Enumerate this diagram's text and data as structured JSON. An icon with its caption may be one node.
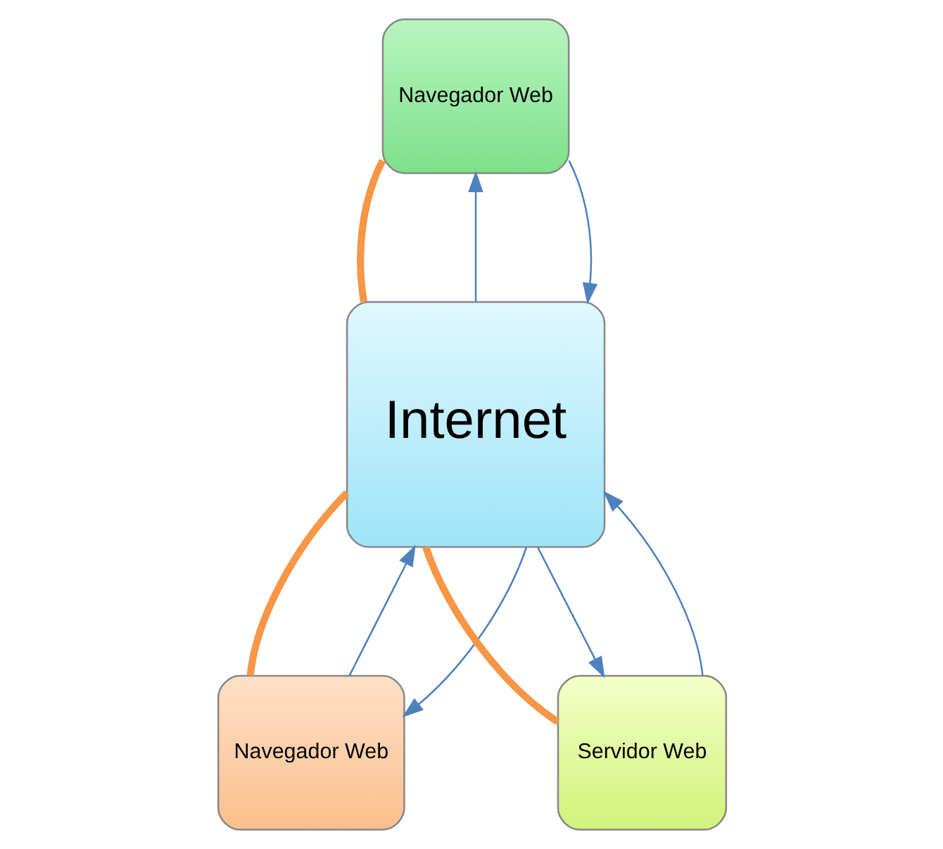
{
  "diagram": {
    "nodes": [
      {
        "text": [
          "Navegador Web"
        ]
      },
      {
        "text": [
          "Internet"
        ]
      },
      {
        "text": [
          "Navegador Web"
        ]
      },
      {
        "text": [
          "Servidor Web"
        ]
      }
    ],
    "edges": [
      {
        "from": 0,
        "to": 1,
        "arrow": "none",
        "style": "thick",
        "color": "#f79646"
      },
      {
        "from": 1,
        "to": 2,
        "arrow": "none",
        "style": "thick",
        "color": "#f79646"
      },
      {
        "from": 1,
        "to": 3,
        "arrow": "none",
        "style": "thick",
        "color": "#f79646"
      },
      {
        "from": 1,
        "to": 0,
        "arrow": "to"
      },
      {
        "from": 0,
        "to": 1,
        "arrow": "to"
      },
      {
        "from": 2,
        "to": 1,
        "arrow": "to"
      },
      {
        "from": 1,
        "to": 2,
        "arrow": "to"
      },
      {
        "from": 1,
        "to": 3,
        "arrow": "to"
      },
      {
        "from": 3,
        "to": 1,
        "arrow": "to"
      }
    ]
  }
}
